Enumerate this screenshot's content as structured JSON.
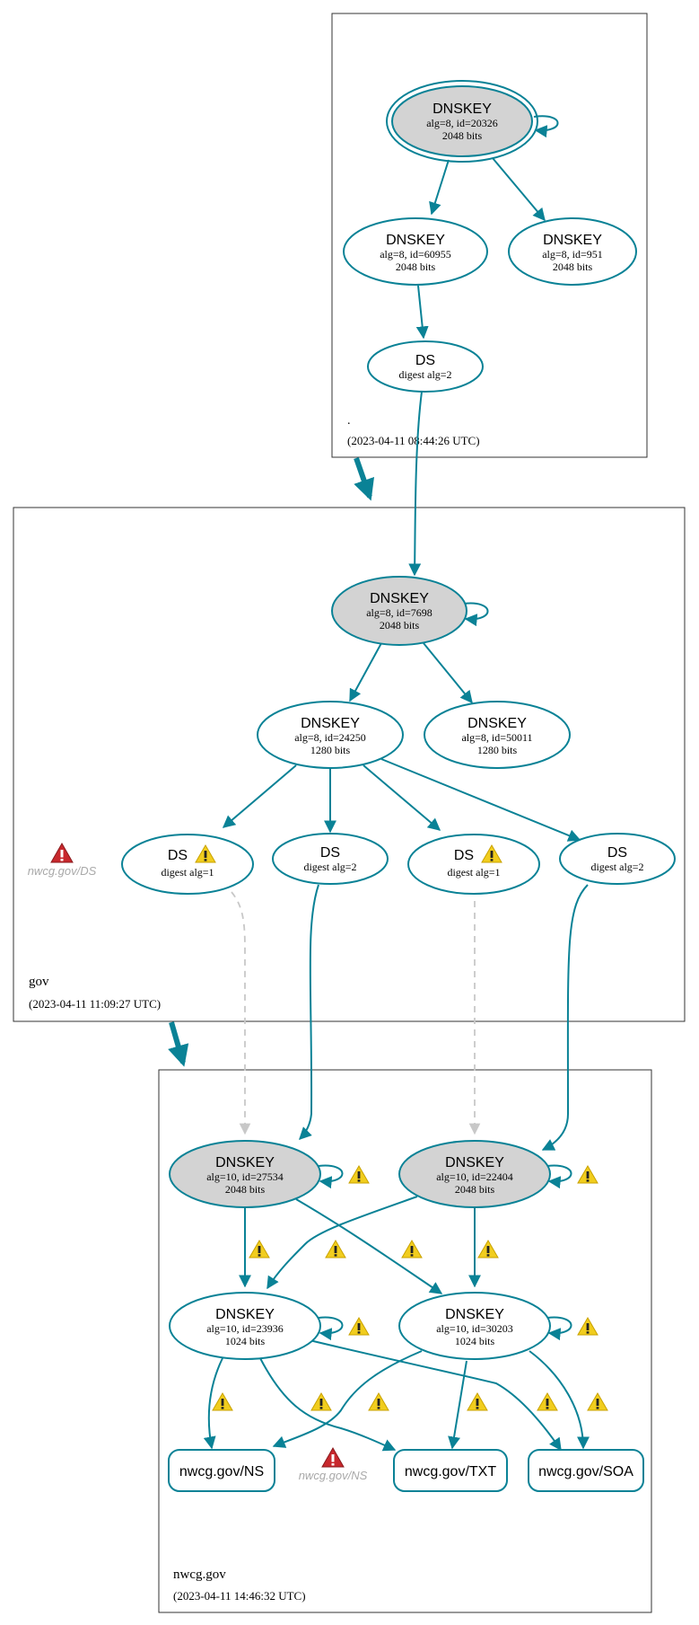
{
  "colors": {
    "edge": "#0a8296",
    "node_stroke": "#0a8296",
    "sep_fill": "#d3d3d3",
    "box_stroke": "#333333",
    "dashed": "#c8c8c8",
    "warning_fill": "#f1cd1e",
    "error_fill": "#c8282d",
    "label_grey": "#a9a9a9"
  },
  "zones": {
    "root": {
      "name": ".",
      "timestamp": "(2023-04-11 08:44:26 UTC)"
    },
    "gov": {
      "name": "gov",
      "timestamp": "(2023-04-11 11:09:27 UTC)"
    },
    "nwcg": {
      "name": "nwcg.gov",
      "timestamp": "(2023-04-11 14:46:32 UTC)"
    }
  },
  "nodes": {
    "root_ksk": {
      "title": "DNSKEY",
      "line1": "alg=8, id=20326",
      "line2": "2048 bits"
    },
    "root_zsk1": {
      "title": "DNSKEY",
      "line1": "alg=8, id=60955",
      "line2": "2048 bits"
    },
    "root_zsk2": {
      "title": "DNSKEY",
      "line1": "alg=8, id=951",
      "line2": "2048 bits"
    },
    "root_ds": {
      "title": "DS",
      "line1": "digest alg=2"
    },
    "gov_ksk": {
      "title": "DNSKEY",
      "line1": "alg=8, id=7698",
      "line2": "2048 bits"
    },
    "gov_zsk1": {
      "title": "DNSKEY",
      "line1": "alg=8, id=24250",
      "line2": "1280 bits"
    },
    "gov_zsk2": {
      "title": "DNSKEY",
      "line1": "alg=8, id=50011",
      "line2": "1280 bits"
    },
    "gov_ds1": {
      "title": "DS",
      "line1": "digest alg=1"
    },
    "gov_ds2": {
      "title": "DS",
      "line1": "digest alg=2"
    },
    "gov_ds3": {
      "title": "DS",
      "line1": "digest alg=1"
    },
    "gov_ds4": {
      "title": "DS",
      "line1": "digest alg=2"
    },
    "nw_ksk1": {
      "title": "DNSKEY",
      "line1": "alg=10, id=27534",
      "line2": "2048 bits"
    },
    "nw_ksk2": {
      "title": "DNSKEY",
      "line1": "alg=10, id=22404",
      "line2": "2048 bits"
    },
    "nw_zsk1": {
      "title": "DNSKEY",
      "line1": "alg=10, id=23936",
      "line2": "1024 bits"
    },
    "nw_zsk2": {
      "title": "DNSKEY",
      "line1": "alg=10, id=30203",
      "line2": "1024 bits"
    },
    "rr_ns": {
      "label": "nwcg.gov/NS"
    },
    "rr_txt": {
      "label": "nwcg.gov/TXT"
    },
    "rr_soa": {
      "label": "nwcg.gov/SOA"
    }
  },
  "errors": {
    "gov_ds_missing": "nwcg.gov/DS",
    "ns_missing": "nwcg.gov/NS"
  }
}
